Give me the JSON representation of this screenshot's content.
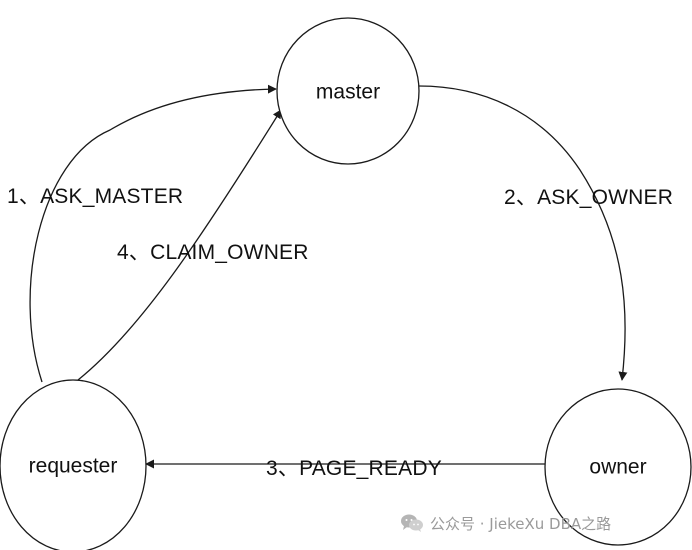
{
  "nodes": {
    "master": "master",
    "owner": "owner",
    "requester": "requester"
  },
  "edges": {
    "ask_master": "1、ASK_MASTER",
    "ask_owner": "2、ASK_OWNER",
    "page_ready": "3、PAGE_READY",
    "claim_owner": "4、CLAIM_OWNER"
  },
  "watermark": {
    "icon": "wechat-icon",
    "text": "公众号 · JiekeXu DBA之路"
  },
  "colors": {
    "stroke": "#1a1a1a",
    "watermark": "#9a9a9a"
  }
}
